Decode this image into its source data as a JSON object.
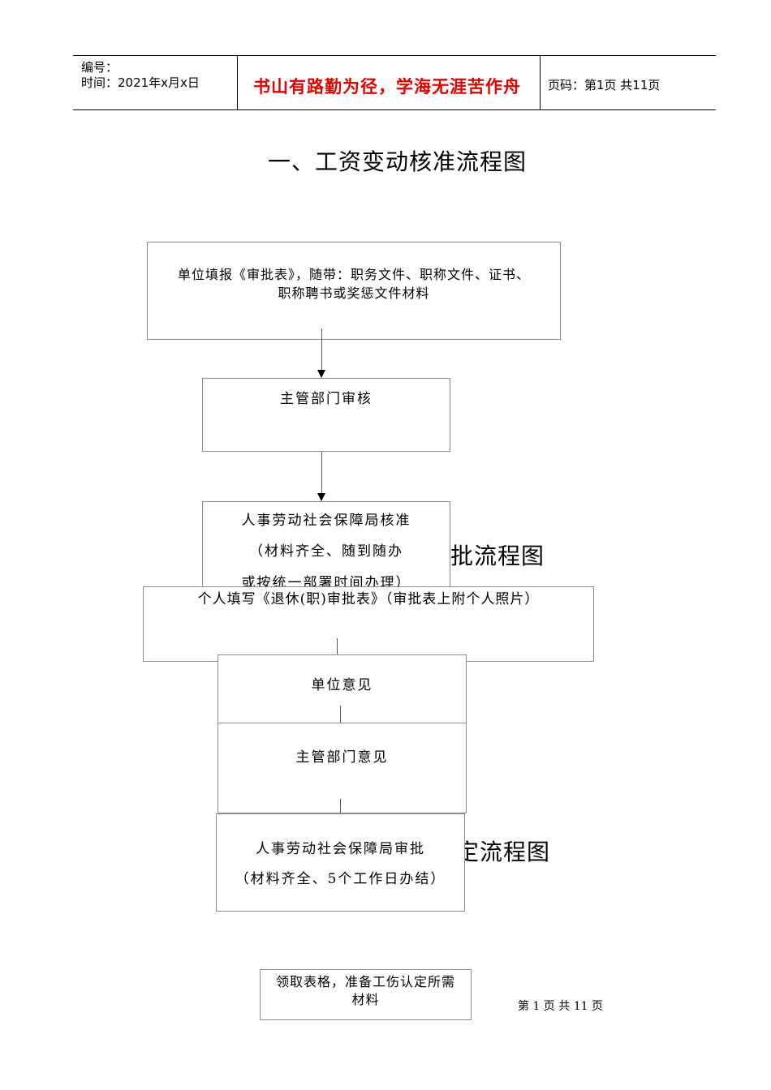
{
  "header": {
    "number_label": "编号：",
    "time_label": "时间：2021年x月x日",
    "motto": "书山有路勤为径，学海无涯苦作舟",
    "page_info": "页码：第1页 共11页"
  },
  "title": "一、工资变动核准流程图",
  "flow1": {
    "step1": "单位填报《审批表》，随带：职务文件、职称文件、证书、",
    "step1_line2": "职称聘书或奖惩文件材料",
    "step2": "主管部门审核",
    "step3": "人事劳动社会保障局核准",
    "step3_line2": "（材料齐全、随到随办",
    "step3_line3": "或按统一部署时间办理）"
  },
  "hidden_title2_fragment": "批流程图",
  "flow2": {
    "step1": "个人填写《退休(职)审批表》（审批表上附个人照片）",
    "step2": "单位意见",
    "step3": "主管部门意见",
    "step4": "人事劳动社会保障局审批",
    "step4_line2": "（材料齐全、5个工作日办结）"
  },
  "hidden_title3_fragment": "定流程图",
  "flow3": {
    "step1": "领取表格，准备工伤认定所需",
    "step1_line2": "材料"
  },
  "footer": {
    "page_info": "第 1 页 共 11 页"
  }
}
